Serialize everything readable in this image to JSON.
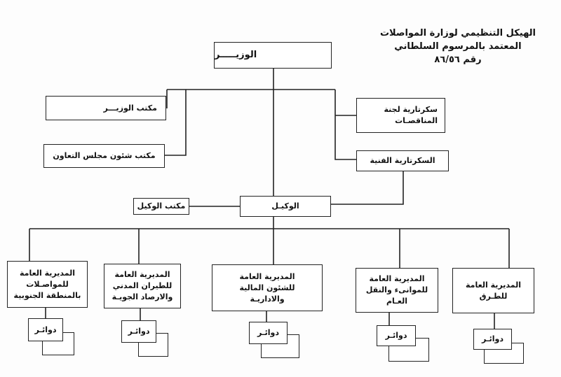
{
  "title": {
    "line1": "الهيكل التنظيمي لوزارة المواصلات",
    "line2": "المعتمد بالمرسوم السلطاني",
    "line3": "رقم ٨٦/٥٦"
  },
  "minister": "الوزيـــــر",
  "minister_office": "مكتب الوزيـــر",
  "cooperation_council_office": "مكتب شئون مجلس التعاون",
  "tenders_secretariat": {
    "line1": "سكرتارية لجنة",
    "line2": "المناقصـات"
  },
  "technical_secretariat": "السكرتارية الفنية",
  "undersecretary": "الوكيـل",
  "undersecretary_office": "مكتب الوكيل",
  "directorates": [
    {
      "lines": [
        "المديرية العامة",
        "للطـرق"
      ],
      "sub": "دوائـر"
    },
    {
      "lines": [
        "المديرية العامة",
        "للموانىء والنقل",
        "العـام"
      ],
      "sub": "دوائـر"
    },
    {
      "lines": [
        "المديرية العامة",
        "للشئون المالية",
        "والاداريـة"
      ],
      "sub": "دوائـر"
    },
    {
      "lines": [
        "المديرية العامة",
        "للطيران المدني",
        "والارصاد الجويـة"
      ],
      "sub": "دوائـر"
    },
    {
      "lines": [
        "المديرية العامة",
        "للمواصـلات",
        "بالمنطقة الجنوبية"
      ],
      "sub": "دوائـر"
    }
  ]
}
